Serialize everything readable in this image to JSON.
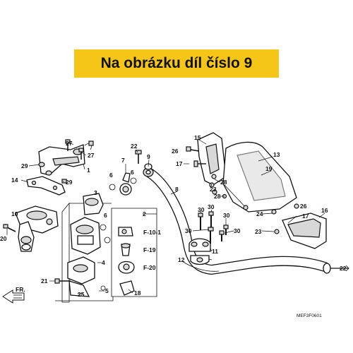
{
  "banner": {
    "text": "Na obrázku díl číslo 9",
    "color": "#f5c518"
  },
  "diagram_code": "MEF3F0601",
  "front_arrow_label": "FR.",
  "callouts": {
    "c1": "1",
    "c2": "2",
    "c3": "3",
    "c4": "4",
    "c5": "5",
    "c6a": "6",
    "c6b": "6",
    "c6c": "6",
    "c7": "7",
    "c8": "8",
    "c9": "9",
    "c10": "10",
    "c11": "11",
    "c12": "12",
    "c13": "13",
    "c14": "14",
    "c15": "15",
    "c16": "16",
    "c17a": "17",
    "c17b": "17",
    "c18": "18",
    "c19": "19",
    "c20": "20",
    "c21": "21",
    "c22a": "22",
    "c22b": "22",
    "c23a": "23",
    "c23b": "23",
    "c24": "24",
    "c25": "25",
    "c26a": "26",
    "c26b": "26",
    "c27a": "27",
    "c27b": "27",
    "c28a": "28",
    "c28b": "28",
    "c29a": "29",
    "c29b": "29",
    "c30a": "30",
    "c30b": "30",
    "c30c": "30",
    "c30d": "30",
    "c30e": "30"
  },
  "refs": {
    "f10_1": "F-10-1",
    "f19": "F-19",
    "f20": "F-20"
  }
}
